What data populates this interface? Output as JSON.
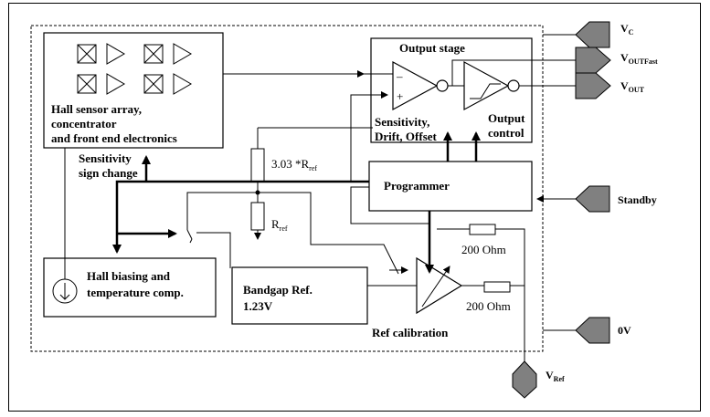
{
  "blocks": {
    "hall_sensor": [
      "Hall sensor array,",
      "concentrator",
      "and front end electronics"
    ],
    "sensitivity_sign": [
      "Sensitivity",
      "sign change"
    ],
    "output_stage": "Output stage",
    "sensitivity_drift": [
      "Sensitivity,",
      "Drift, Offset"
    ],
    "output_control": [
      "Output",
      "control"
    ],
    "programmer": "Programmer",
    "hall_biasing": [
      "Hall biasing and",
      "temperature comp."
    ],
    "bandgap": [
      "Bandgap Ref.",
      "1.23V"
    ],
    "ref_calibration": "Ref calibration"
  },
  "components": {
    "rtop": {
      "main": "3.03 *R",
      "sub": "ref"
    },
    "rbot": {
      "main": "R",
      "sub": "ref"
    },
    "r200_top": "200 Ohm",
    "r200_bot": "200 Ohm",
    "op_minus": "–",
    "op_plus": "+"
  },
  "pins": {
    "vc": {
      "main": "V",
      "sub": "C"
    },
    "voutfast": {
      "main": "V",
      "sub": "OUTFast"
    },
    "vout": {
      "main": "V",
      "sub": "OUT"
    },
    "standby": "Standby",
    "zero_v": "0V",
    "vref": {
      "main": "V",
      "sub": "Ref"
    }
  },
  "colors": {
    "line": "#000000",
    "pin_fill": "#808080",
    "background": "#ffffff"
  }
}
